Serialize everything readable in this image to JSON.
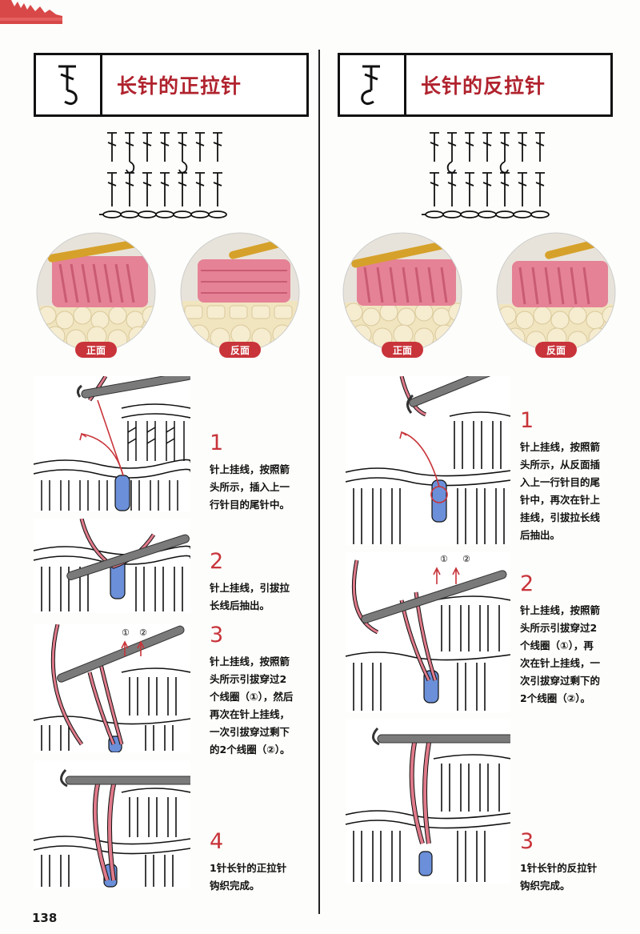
{
  "page_number": "138",
  "left": {
    "title": "长针的正拉针",
    "badge_front": "正面",
    "badge_back": "反面",
    "steps": [
      {
        "num": "1",
        "text": "针上挂线，按照箭\n头所示，插入上一\n行针目的尾针中。"
      },
      {
        "num": "2",
        "text": "针上挂线，引拔拉\n长线后抽出。"
      },
      {
        "num": "3",
        "text": "针上挂线，按照箭\n头所示引拔穿过2\n个线圈（①），然后\n再次在针上挂线，\n一次引拔穿过剩下\n的2个线圈（②）。"
      },
      {
        "num": "4",
        "text": "1针长针的正拉针\n钩织完成。"
      }
    ],
    "arrow_labels": [
      "①",
      "②"
    ]
  },
  "right": {
    "title": "长针的反拉针",
    "badge_front": "正面",
    "badge_back": "反面",
    "steps": [
      {
        "num": "1",
        "text": "针上挂线，按照箭\n头所示，从反面插\n入上一行针目的尾\n针中，再次在针上\n挂线，引拔拉长线\n后抽出。"
      },
      {
        "num": "2",
        "text": "针上挂线，按照箭\n头所示引拔穿过2\n个线圈（①），再\n次在针上挂线，一\n次引拔穿过剩下的\n2个线圈（②）。"
      },
      {
        "num": "3",
        "text": "1针长针的反拉针\n钩织完成。"
      }
    ],
    "arrow_labels": [
      "①",
      "②"
    ]
  },
  "colors": {
    "accent_red": "#c8343a",
    "title_red": "#b0232e",
    "yarn_pink": "#e07a8a",
    "yarn_cream": "#f3e7c4",
    "hook_gold": "#d6a12a",
    "blue_stitch": "#6b8fd8",
    "hook_gray": "#7a7a7a"
  }
}
